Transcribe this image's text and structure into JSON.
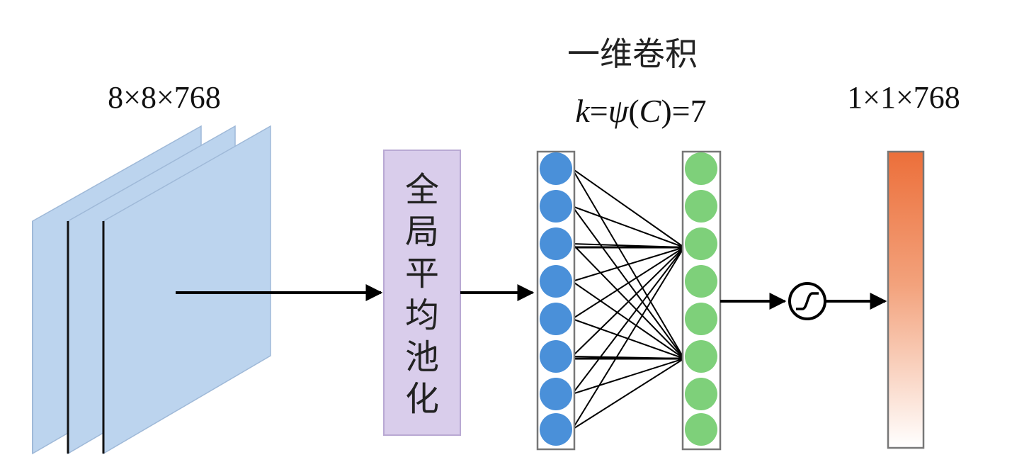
{
  "labels": {
    "input_dims": "8×8×768",
    "conv_title": "一维卷积",
    "k_italic": "k",
    "eq_mid": "=",
    "psi": "ψ",
    "paren_open": "(",
    "c_italic": "C",
    "eq_end": ")=7",
    "output_dims": "1×1×768",
    "gap_chars": [
      "全",
      "局",
      "平",
      "均",
      "池",
      "化"
    ]
  },
  "colors": {
    "feature_map": "#bcd4ee",
    "gap_box": "#d9cdeb",
    "input_neuron": "#4a90d9",
    "output_neuron": "#7ed07a",
    "output_bar_top": "#ec6f3a",
    "arrow": "#000000"
  },
  "icons": {
    "activation": "sigmoid-icon"
  }
}
